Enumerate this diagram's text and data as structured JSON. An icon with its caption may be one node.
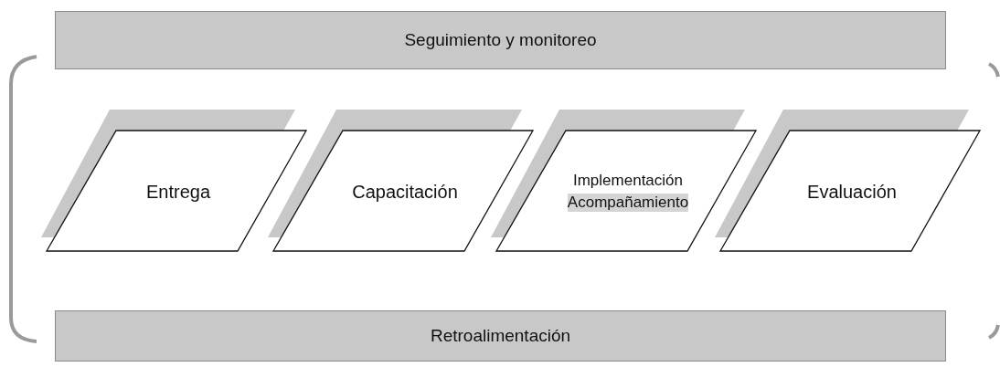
{
  "diagram": {
    "nodes": [
      {
        "text": [
          "Seguimiento y monitoreo"
        ]
      },
      {
        "text": [
          "Entrega"
        ]
      },
      {
        "text": [
          "Capacitación"
        ]
      },
      {
        "text": [
          "Implementación",
          "Acompañamiento"
        ]
      },
      {
        "text": [
          "Evaluación"
        ]
      },
      {
        "text": [
          "Retroalimentación"
        ]
      }
    ]
  }
}
